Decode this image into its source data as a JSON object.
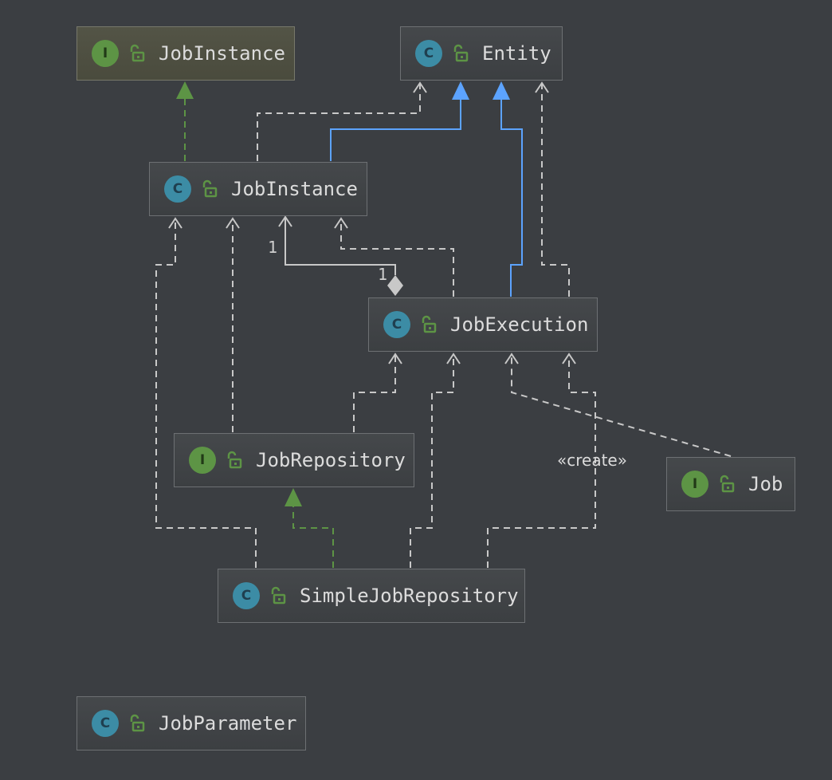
{
  "diagram": {
    "nodes": {
      "jobinstance_iface": {
        "kind": "I",
        "name": "JobInstance"
      },
      "entity": {
        "kind": "C",
        "name": "Entity"
      },
      "jobinstance": {
        "kind": "C",
        "name": "JobInstance"
      },
      "jobexecution": {
        "kind": "C",
        "name": "JobExecution"
      },
      "jobrepository": {
        "kind": "I",
        "name": "JobRepository"
      },
      "job": {
        "kind": "I",
        "name": "Job"
      },
      "simplejobrepository": {
        "kind": "C",
        "name": "SimpleJobRepository"
      },
      "jobparameter": {
        "kind": "C",
        "name": "JobParameter"
      }
    },
    "labels": {
      "create": "«create»",
      "mult_instance_side": "1",
      "mult_execution_side": "1"
    },
    "colors": {
      "background": "#3b3e42",
      "inheritance": "#5ca3ff",
      "realization": "#5d9445",
      "dependency": "#c8c8c8",
      "class_badge": "#3c8ca5",
      "interface_badge": "#5d9445",
      "lock_icon": "#5d9445"
    }
  }
}
